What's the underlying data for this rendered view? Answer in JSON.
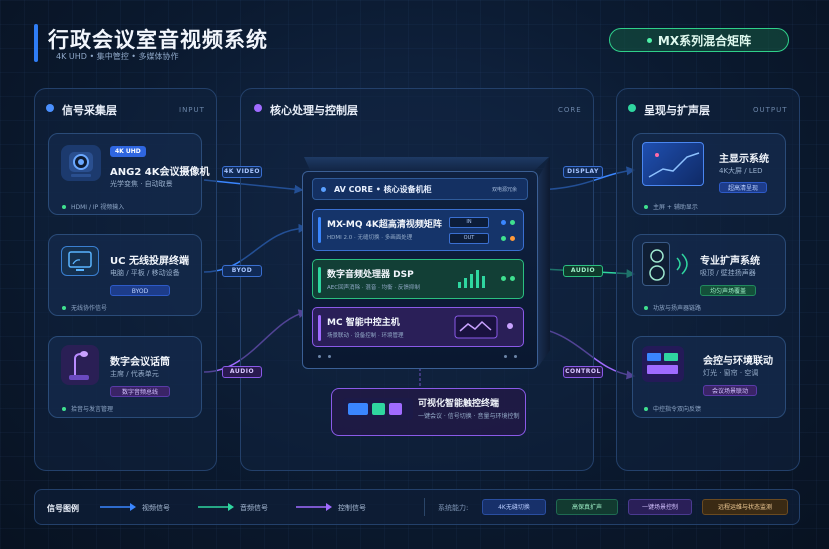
{
  "header": {
    "title": "行政会议室音视频系统",
    "subtitle": "4K UHD • 集中管控 • 多媒体协作",
    "series": "MX系列混合矩阵"
  },
  "layers": {
    "input": {
      "title": "信号采集层",
      "tag": "INPUT"
    },
    "core": {
      "title": "核心处理与控制层",
      "tag": "CORE"
    },
    "output": {
      "title": "呈现与扩声层",
      "tag": "OUTPUT"
    }
  },
  "inputs": [
    {
      "badge": "4K UHD",
      "title": "ANG2 4K会议摄像机",
      "sub": "光学变焦 · 自动取景",
      "foot": "HDMI / IP 视频输入"
    },
    {
      "title": "UC 无线投屏终端",
      "sub": "电脑 / 平板 / 移动设备",
      "chip": "BYOD",
      "foot": "无线协作信号"
    },
    {
      "title": "数字会议话筒",
      "sub": "主席 / 代表单元",
      "chip": "数字音频总线",
      "foot": "拾音与发言管理"
    }
  ],
  "flows": {
    "in_video": "4K VIDEO",
    "in_byod": "BYOD",
    "in_audio": "AUDIO",
    "out_display": "DISPLAY",
    "out_audio": "AUDIO",
    "out_control": "CONTROL"
  },
  "core": {
    "cabinet": "AV CORE • 核心设备机柜",
    "redundancy": "双电源冗余",
    "matrix": {
      "title": "MX-MQ 4K超高清视频矩阵",
      "sub": "HDMI 2.0 · 无缝切换 · 多画面处理",
      "in": "IN",
      "out": "OUT"
    },
    "dsp": {
      "title": "数字音频处理器 DSP",
      "sub": "AEC回声消除 · 混音 · 均衡 · 反馈抑制"
    },
    "mc": {
      "title": "MC 智能中控主机",
      "sub": "场景联动 · 设备控制 · 环境管理"
    }
  },
  "touch": {
    "title": "可视化智能触控终端",
    "sub": "一键会议 · 信号切换 · 音量与环境控制"
  },
  "outputs": [
    {
      "title": "主显示系统",
      "sub": "4K大屏 / LED",
      "chip": "超高清呈现",
      "foot": "主屏 + 辅助显示"
    },
    {
      "title": "专业扩声系统",
      "sub": "吸顶 / 壁挂扬声器",
      "chip": "均匀声场覆盖",
      "foot": "功放与扬声器链路"
    },
    {
      "title": "会控与环境联动",
      "sub": "灯光 · 窗帘 · 空调",
      "chip": "会议场景联动",
      "foot": "中控指令双向反馈"
    }
  ],
  "legend": {
    "label": "信号图例",
    "video": "视频信号",
    "audio": "音频信号",
    "control": "控制信号",
    "caps_label": "系统能力:",
    "caps": [
      "4K无缝切换",
      "高保真扩声",
      "一键场景控制",
      "远程运维与状态监测"
    ]
  },
  "colors": {
    "video": "#3a86ff",
    "audio": "#2fd6a0",
    "control": "#a06bff",
    "status": "#3fe08f"
  }
}
